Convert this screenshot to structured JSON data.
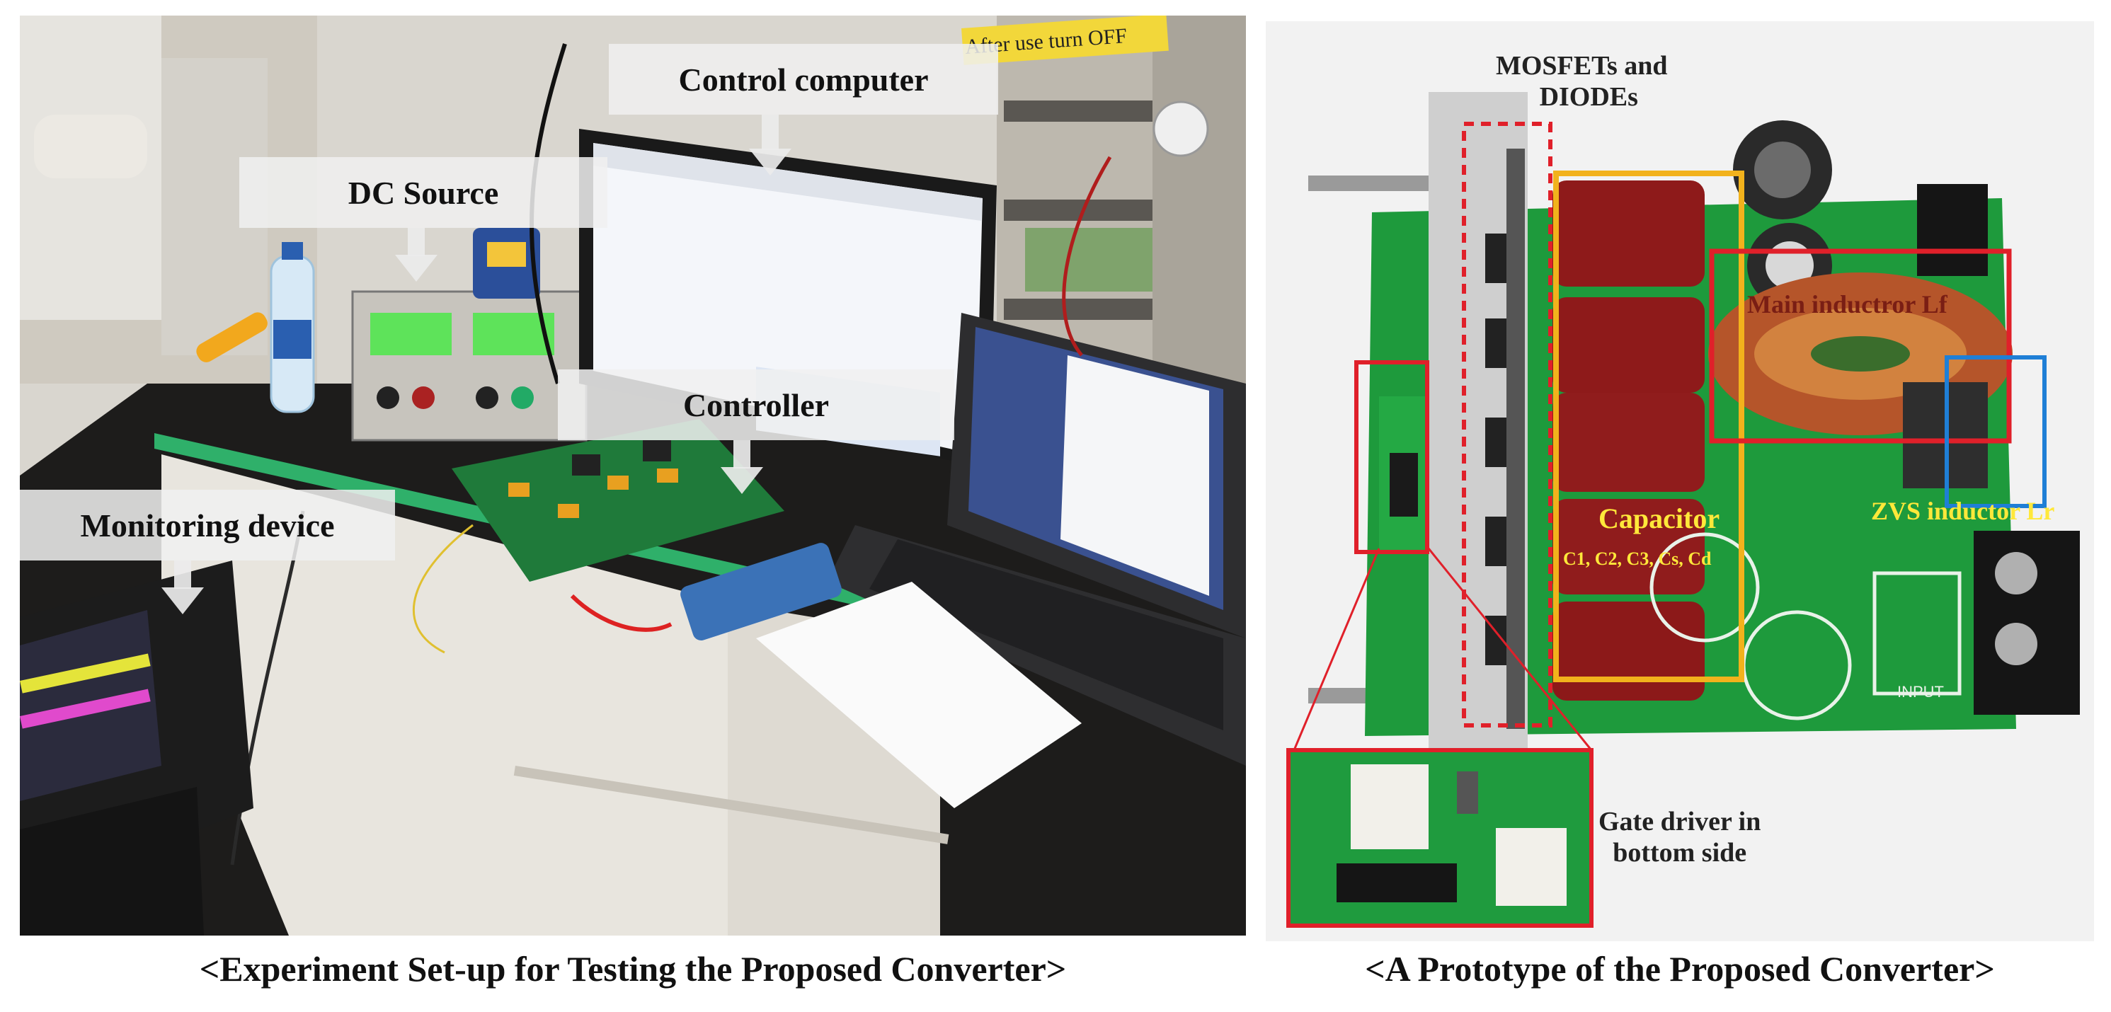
{
  "left_figure": {
    "caption": "<Experiment Set-up for Testing the Proposed Converter>",
    "sign_text": "After use turn OFF",
    "callouts": {
      "control_computer": "Control computer",
      "dc_source": "DC Source",
      "controller": "Controller",
      "monitoring_device": "Monitoring device"
    }
  },
  "right_figure": {
    "caption": "<A Prototype of the Proposed Converter>",
    "labels": {
      "mosfets_line1": "MOSFETs and",
      "mosfets_line2": "DIODEs",
      "capacitor": "Capacitor",
      "capacitor_parts": "C1, C2, C3, Cs, Cd",
      "main_inductor": "Main inductror Lf",
      "zvs_inductor": "ZVS inductor Lr",
      "gate_driver_line1": "Gate driver in",
      "gate_driver_line2": "bottom side",
      "input_silkscreen": "INPUT"
    },
    "colors": {
      "mosfet_box": "#e0202a",
      "capacitor_box": "#f2b21c",
      "inductor_box": "#e0202a",
      "zvs_box": "#1f7fd6",
      "gate_box": "#e0202a",
      "capacitor_text": "#ffe83a",
      "zvs_text": "#ffe83a",
      "pcb_green": "#1e9a3c"
    }
  }
}
